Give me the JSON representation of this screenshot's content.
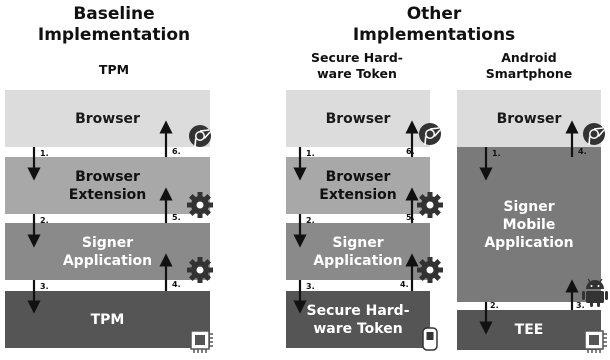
{
  "headings": {
    "baseline": "Baseline\nImplementation",
    "other": "Other\nImplementations"
  },
  "columns": [
    {
      "title": "TPM",
      "boxes": [
        "Browser",
        "Browser\nExtension",
        "Signer\nApplication",
        "TPM"
      ],
      "steps": [
        "1.",
        "2.",
        "3.",
        "4.",
        "5.",
        "6."
      ],
      "icons": [
        "chrome-icon",
        "gear-icon",
        "gear-icon",
        "chip-icon"
      ]
    },
    {
      "title": "Secure Hard-\nware Token",
      "boxes": [
        "Browser",
        "Browser\nExtension",
        "Signer\nApplication",
        "Secure Hard-\nware Token"
      ],
      "steps": [
        "1.",
        "2.",
        "3.",
        "4.",
        "5.",
        "6."
      ],
      "icons": [
        "chrome-icon",
        "gear-icon",
        "gear-icon",
        "usb-token-icon"
      ]
    },
    {
      "title": "Android\nSmartphone",
      "boxes": [
        "Browser",
        "Signer\nMobile\nApplication",
        "TEE"
      ],
      "steps": [
        "1.",
        "2.",
        "3.",
        "4."
      ],
      "icons": [
        "chrome-icon",
        "android-icon",
        "chip-icon"
      ]
    }
  ]
}
